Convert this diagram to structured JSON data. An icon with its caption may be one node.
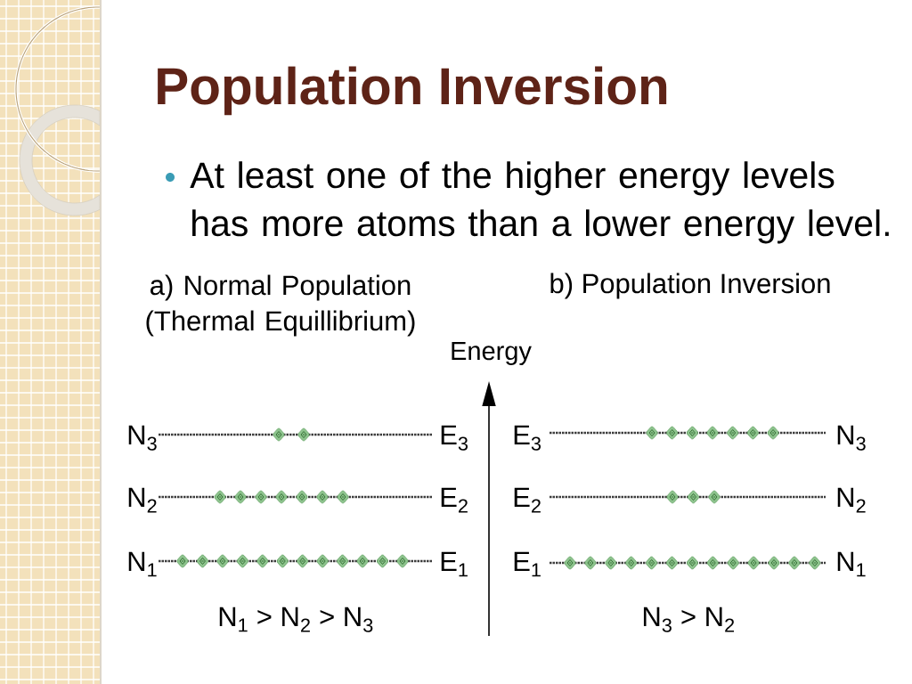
{
  "diagram": {
    "title": "Population Inversion",
    "labels": [
      "At least one of the higher energy levels has more atoms than a lower energy level.",
      "a) Normal Population (Thermal Equillibrium)",
      "b) Population Inversion",
      "Energy",
      "N$_{3}$",
      "E$_{3}$",
      "E$_{3}$",
      "N$_{3}$",
      "N$_{2}$",
      "E$_{2}$",
      "E$_{2}$",
      "N$_{2}$",
      "N$_{1}$",
      "E$_{1}$",
      "E$_{1}$",
      "N$_{1}$",
      "N$_{1}$ > N$_{2}$ > N$_{3}$",
      "N$_{3}$ > N$_{2}$"
    ]
  }
}
